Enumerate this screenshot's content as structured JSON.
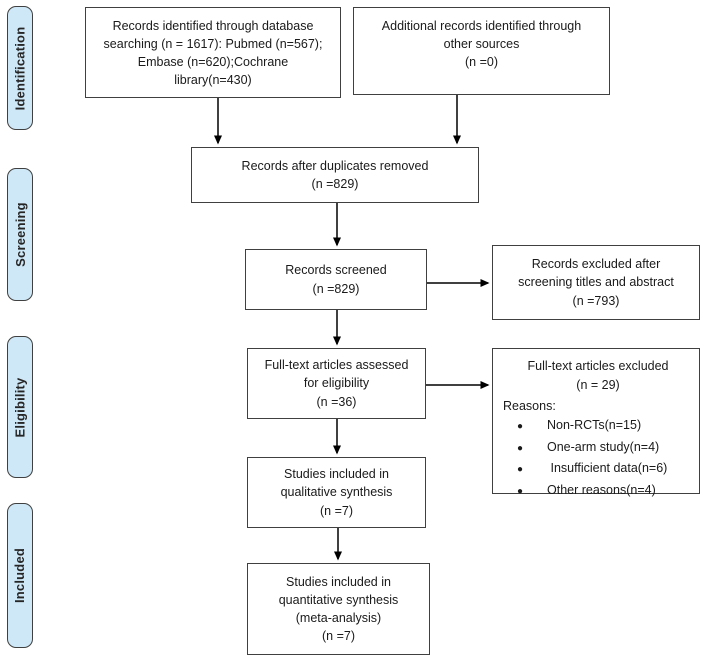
{
  "diagram": {
    "type": "prisma-flow-diagram",
    "colors": {
      "background": "#ffffff",
      "stage_fill": "#cfe8f7",
      "box_border": "#404040",
      "arrow": "#000000",
      "text": "#1a1a1a"
    },
    "stages": [
      {
        "label": "Identification"
      },
      {
        "label": "Screening"
      },
      {
        "label": "Eligibility"
      },
      {
        "label": "Included"
      }
    ],
    "boxes": {
      "database_records": {
        "text": "Records identified through database\nsearching (n = 1617): Pubmed (n=567);\nEmbase (n=620);Cochrane\nlibrary(n=430)"
      },
      "additional_records": {
        "text": "Additional records identified through\nother sources\n(n =0)"
      },
      "after_duplicates": {
        "text": "Records after duplicates removed\n(n =829)"
      },
      "records_screened": {
        "text": "Records screened\n(n =829)"
      },
      "records_excluded": {
        "text": "Records excluded after\nscreening titles and abstract\n(n =793)"
      },
      "fulltext_assessed": {
        "text": "Full-text articles assessed\nfor eligibility\n(n =36)"
      },
      "fulltext_excluded": {
        "title": "Full-text articles excluded\n(n = 29)",
        "reasons_label": "Reasons:",
        "bullet": "●",
        "reasons": [
          "Non-RCTs(n=15)",
          "One-arm study(n=4)",
          " Insufficient data(n=6)",
          "Other reasons(n=4)"
        ]
      },
      "qualitative_synthesis": {
        "text": "Studies included in\nqualitative synthesis\n(n =7)"
      },
      "quantitative_synthesis": {
        "text": "Studies included in\nquantitative synthesis\n(meta-analysis)\n(n =7)"
      }
    }
  }
}
